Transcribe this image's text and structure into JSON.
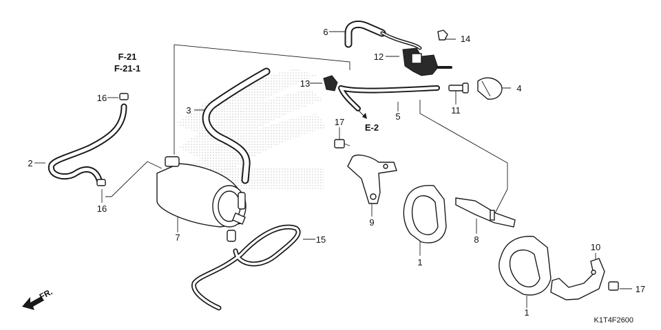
{
  "colors": {
    "ink": "#1a1a1a",
    "watermark": "#e6e6e6",
    "background": "#ffffff"
  },
  "references": {
    "ref_primary": "F-21",
    "ref_secondary": "F-21-1",
    "ref_e2": "E-2"
  },
  "diagram_code": "K1T4F2600",
  "direction_label": "FR.",
  "callouts": {
    "c1a": "1",
    "c1b": "1",
    "c2": "2",
    "c3": "3",
    "c4": "4",
    "c5": "5",
    "c6": "6",
    "c7": "7",
    "c8": "8",
    "c9": "9",
    "c10": "10",
    "c11": "11",
    "c12": "12",
    "c13": "13",
    "c14": "14",
    "c15": "15",
    "c16a": "16",
    "c16b": "16",
    "c17a": "17",
    "c17b": "17"
  }
}
